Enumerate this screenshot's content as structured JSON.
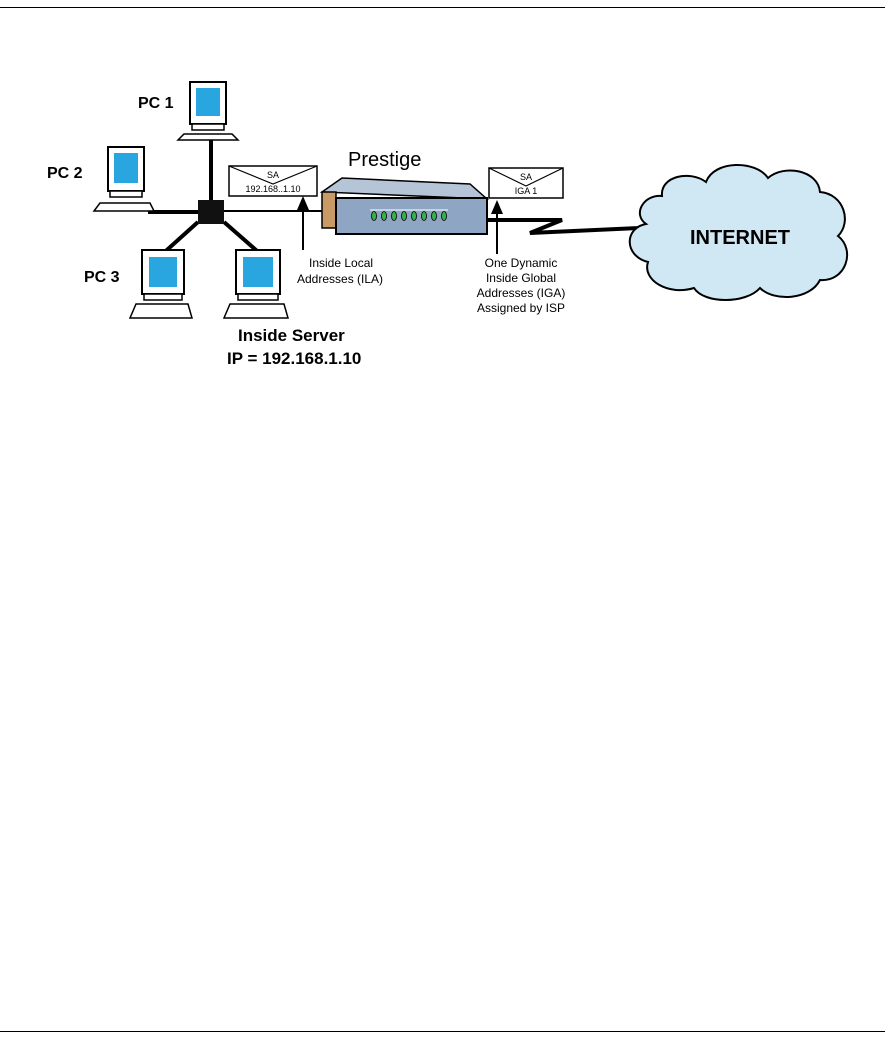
{
  "diagram": {
    "pcs": [
      {
        "label": "PC 1"
      },
      {
        "label": "PC 2"
      },
      {
        "label": "PC 3"
      }
    ],
    "server": {
      "title": "Inside Server",
      "ip": "IP = 192.168.1.10"
    },
    "router": {
      "label": "Prestige"
    },
    "packet_lan": {
      "header": "SA",
      "address": "192.168..1.10"
    },
    "packet_wan": {
      "header": "SA",
      "address": "IGA 1"
    },
    "ila": {
      "line1": "Inside Local",
      "line2": "Addresses (ILA)"
    },
    "iga": {
      "line1": "One Dynamic",
      "line2": "Inside Global",
      "line3": "Addresses (IGA)",
      "line4": "Assigned by ISP"
    },
    "internet": {
      "label": "INTERNET"
    },
    "colors": {
      "screen": "#29a6e0",
      "router_face": "#8ea6c4",
      "router_top": "#b6c4d8",
      "router_side": "#c99a66",
      "cloud": "#cfe8f4",
      "led": "#35b24a"
    }
  }
}
